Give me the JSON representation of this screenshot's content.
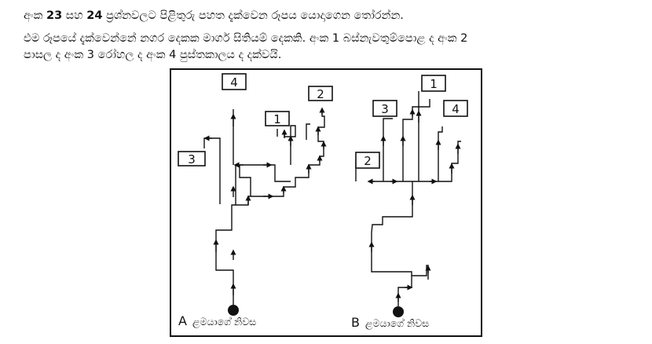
{
  "question": {
    "line1_pre": "අංක ",
    "line1_num_a": "23",
    "line1_mid": " සහ ",
    "line1_num_b": "24",
    "line1_post": " ප්‍රශ්නවලට පිළිතුරු පහත දැක්වෙන රූපය යොදාගෙන තෝරන්න.",
    "line2": "එම රූපයේ දැක්වෙන්නේ නගර දෙකක මාර්ග සිතියම් දෙකකි. අංක 1 බස්නැවතුම්පොළ ද අංක 2",
    "line3": "පාසල ද අංක 3 රෝහල ද අංක 4 පුස්තකාලය ද දක්වයි."
  },
  "figure": {
    "map_a": {
      "letter": "A",
      "caption": "ළමයාගේ නිවස",
      "boxes": [
        "4",
        "2",
        "1",
        "3"
      ]
    },
    "map_b": {
      "letter": "B",
      "caption": "ළමයාගේ නිවස",
      "boxes": [
        "1",
        "3",
        "4",
        "2"
      ]
    }
  }
}
